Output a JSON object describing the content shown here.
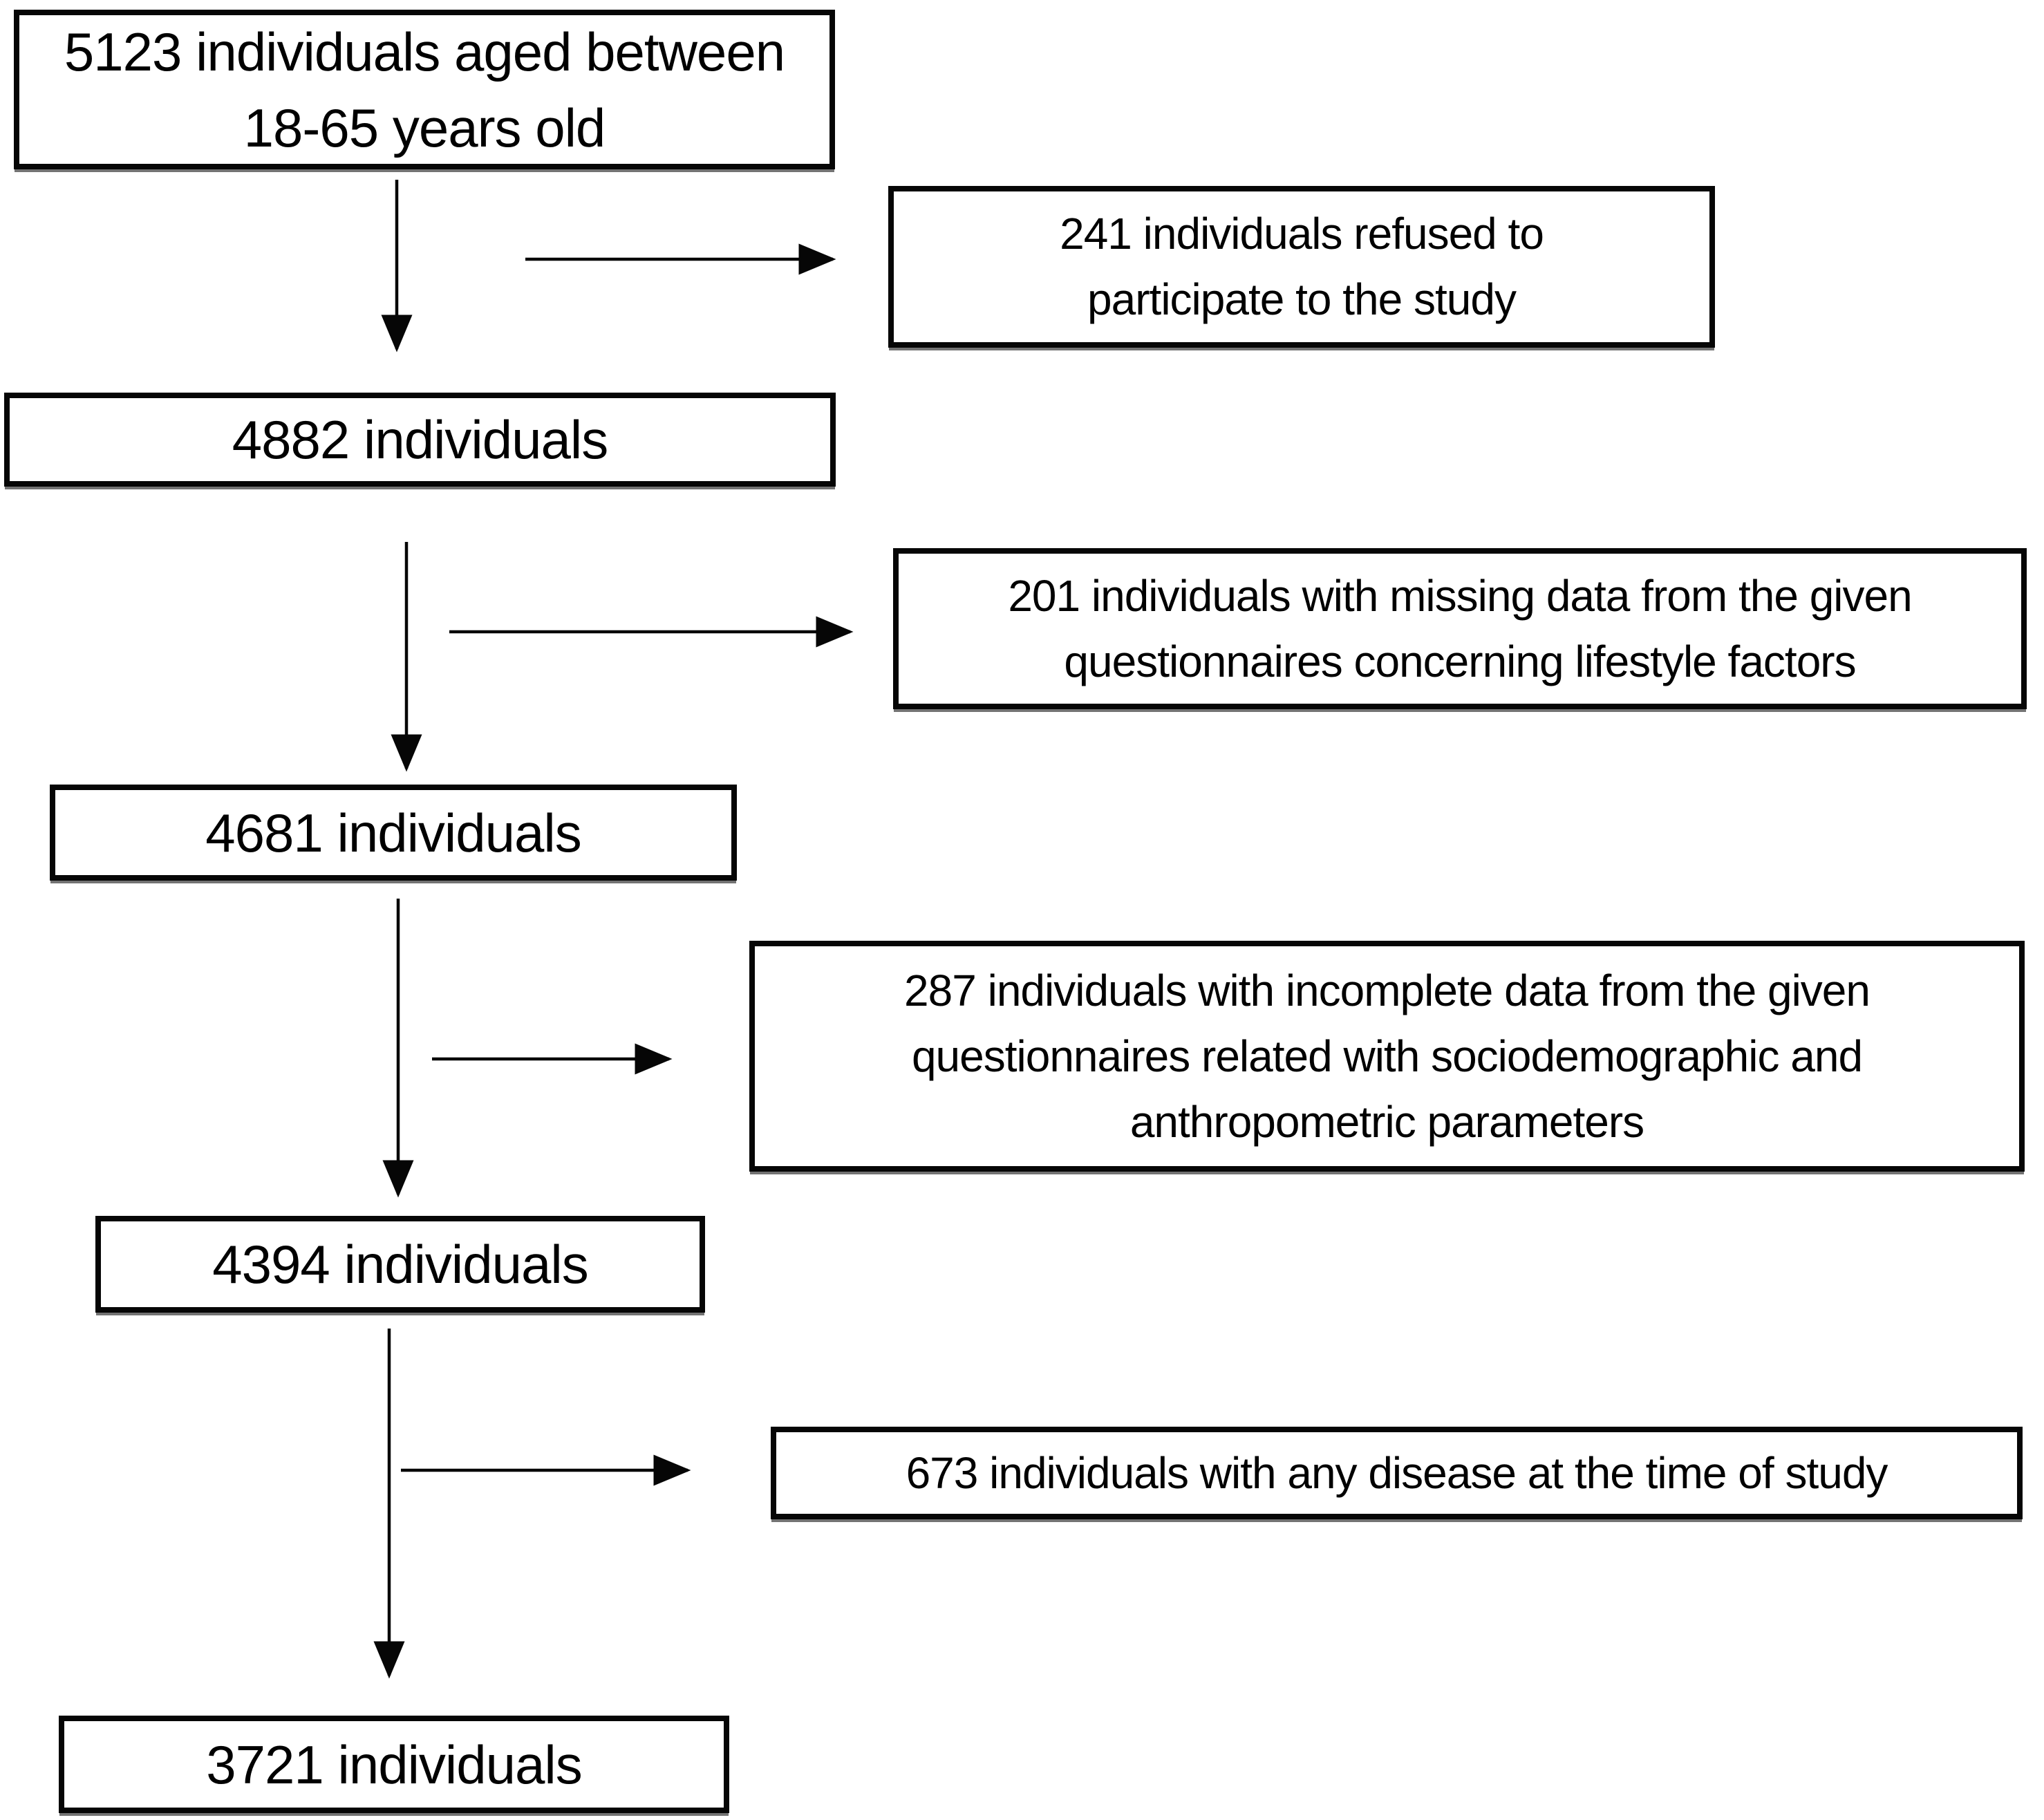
{
  "page": {
    "background": "#ffffff",
    "ink": "#000000",
    "border_color": "#060606"
  },
  "flow": {
    "main_boxes": [
      {
        "id": "box-5123",
        "lines": [
          "5123 individuals aged between",
          "18-65 years old"
        ]
      },
      {
        "id": "box-4882",
        "lines": [
          "4882 individuals"
        ]
      },
      {
        "id": "box-4681",
        "lines": [
          "4681 individuals"
        ]
      },
      {
        "id": "box-4394",
        "lines": [
          "4394 individuals"
        ]
      },
      {
        "id": "box-3721",
        "lines": [
          "3721 individuals"
        ]
      }
    ],
    "exclusion_boxes": [
      {
        "id": "box-241",
        "lines": [
          "241 individuals refused to",
          "participate to the study"
        ]
      },
      {
        "id": "box-201",
        "lines": [
          "201 individuals with missing data from the given",
          "questionnaires concerning lifestyle factors"
        ]
      },
      {
        "id": "box-287",
        "lines": [
          "287 individuals with incomplete data from the given",
          "questionnaires related with sociodemographic and",
          "anthropometric parameters"
        ]
      },
      {
        "id": "box-673",
        "lines": [
          "673 individuals with any disease at the time of study"
        ]
      }
    ]
  }
}
